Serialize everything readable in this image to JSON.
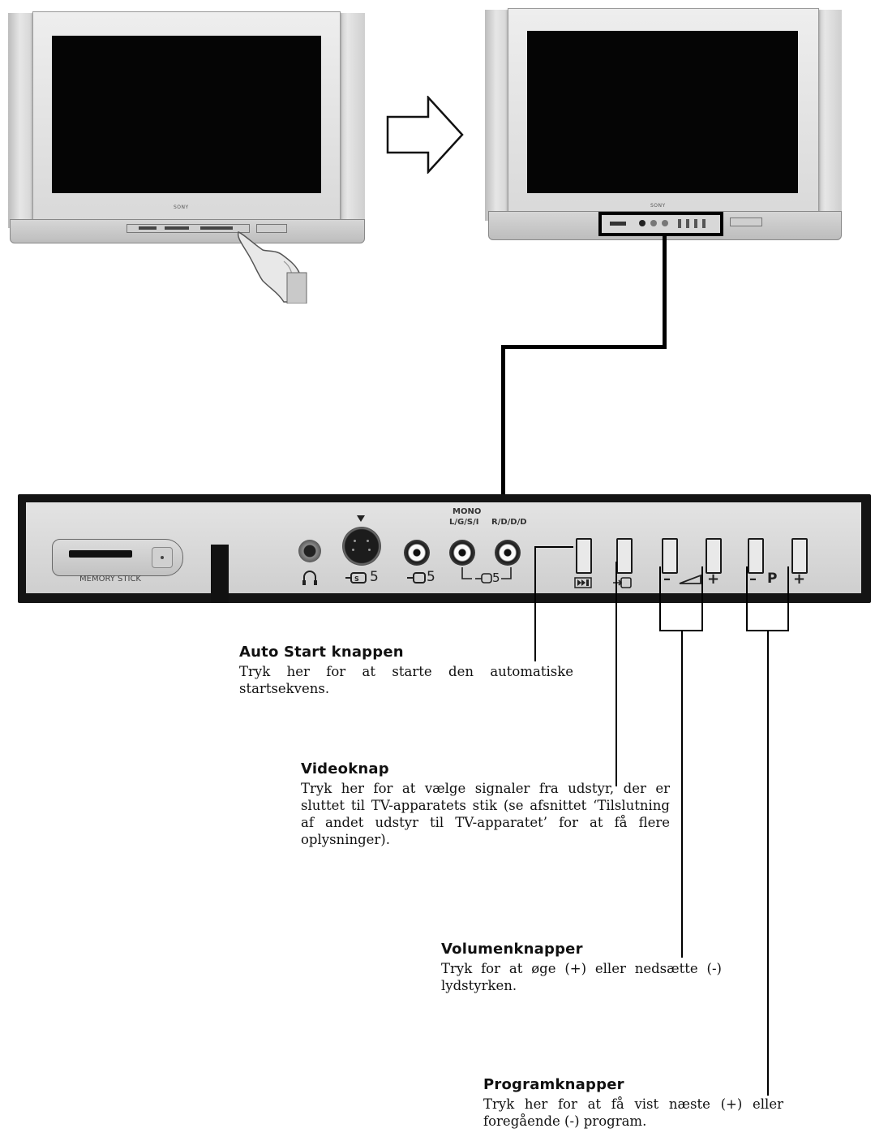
{
  "tv": {
    "brand": "SONY"
  },
  "panel": {
    "memory_stick_label": "MEMORY STICK",
    "mono_label": "MONO",
    "left_channel_label": "L/G/S/I",
    "right_channel_label": "R/D/D/D",
    "svideo_input_label": "5",
    "video_input_label": "5",
    "audio_input_label": "5",
    "program_label": "P",
    "minus_sign": "–",
    "plus_sign": "+"
  },
  "descriptions": [
    {
      "title": "Auto Start knappen",
      "text": "Tryk her for at starte den automatiske startsekvens."
    },
    {
      "title": "Videoknap",
      "text": "Tryk her for at vælge signaler fra udstyr, der er sluttet til TV-apparatets stik (se afsnittet ‘Tilslutning af andet udstyr til TV-apparatet’ for at få flere oplysninger)."
    },
    {
      "title": "Volumenknapper",
      "text": "Tryk for at øge (+) eller nedsætte (-) lydstyrken."
    },
    {
      "title": "Programknapper",
      "text": "Tryk her for at få vist næste (+) eller foregående (-) program."
    }
  ],
  "icons": {
    "headphone": "headphone-icon",
    "svideo": "svideo-input-icon",
    "video": "video-input-icon",
    "auto_start": "auto-start-icon",
    "video_button": "video-button-icon",
    "volume": "volume-icon"
  }
}
